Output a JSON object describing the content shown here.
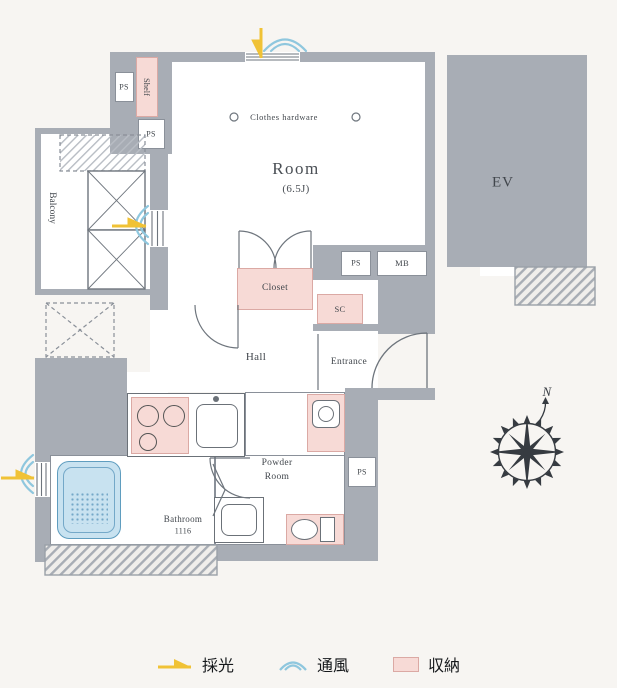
{
  "plan": {
    "labels": {
      "ps_shelf_left": "PS",
      "shelf": "Shelf",
      "ps_shelf_bottom": "PS",
      "balcony": "Balcony",
      "clothes_hardware": "Clothes hardware",
      "room_name": "Room",
      "room_size": "(6.5J)",
      "ev": "EV",
      "ps_meter": "PS",
      "mb": "MB",
      "closet": "Closet",
      "sc": "SC",
      "hall": "Hall",
      "entrance": "Entrance",
      "powder_line1": "Powder",
      "powder_line2": "Room",
      "bathroom_name": "Bathroom",
      "bathroom_size": "1116",
      "ps_lower": "PS",
      "compass_north": "N"
    },
    "colors": {
      "background": "#f7f5f2",
      "wall": "#a8adb5",
      "storage_fill": "#f7dad6",
      "storage_border": "#dba9a4",
      "bathtub_fill": "#c8e2f0",
      "daylight": "#f0c236",
      "ventilation": "#8fc7de"
    }
  },
  "legend": {
    "items": [
      {
        "icon": "daylight-icon",
        "label": "採光"
      },
      {
        "icon": "ventilation-icon",
        "label": "通風"
      },
      {
        "icon": "storage-icon",
        "label": "収納"
      }
    ]
  }
}
